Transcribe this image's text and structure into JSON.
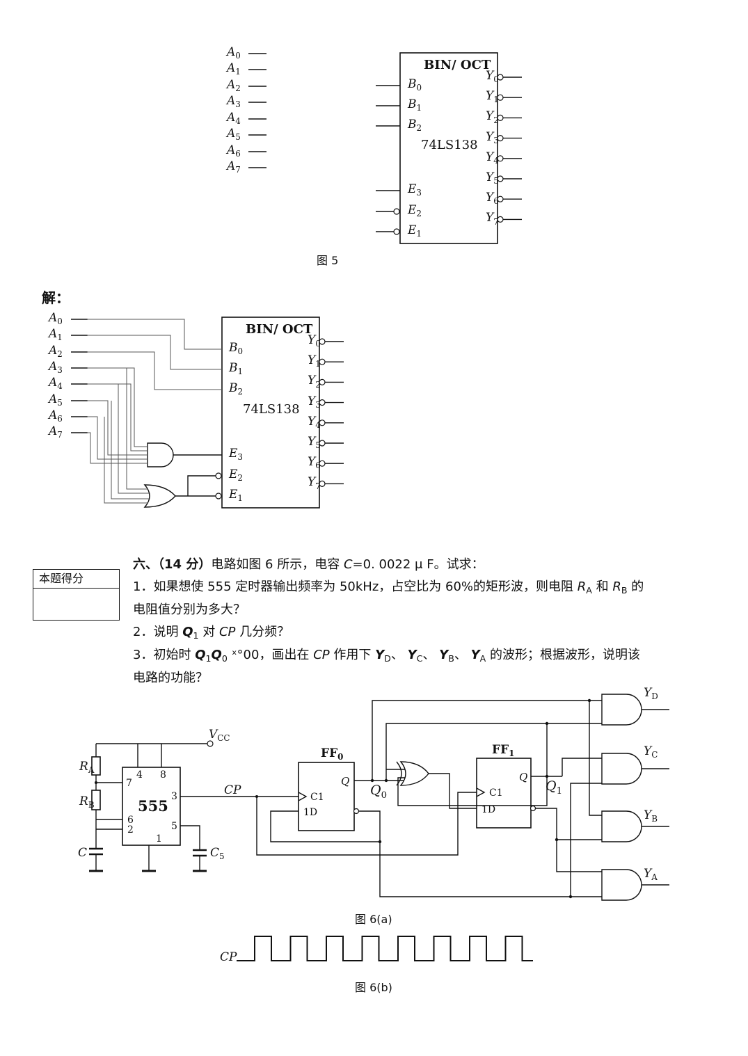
{
  "fig5": {
    "inputs": [
      "A",
      "A",
      "A",
      "A",
      "A",
      "A",
      "A",
      "A"
    ],
    "input_subs": [
      "0",
      "1",
      "2",
      "3",
      "4",
      "5",
      "6",
      "7"
    ],
    "chip_title": "BIN/ OCT",
    "chip_name": "74LS138",
    "b_pins": [
      "B",
      "B",
      "B"
    ],
    "b_subs": [
      "0",
      "1",
      "2"
    ],
    "e_pins": [
      "E",
      "E",
      "E"
    ],
    "e_subs": [
      "3",
      "2",
      "1"
    ],
    "outputs": [
      "Y",
      "Y",
      "Y",
      "Y",
      "Y",
      "Y",
      "Y",
      "Y"
    ],
    "output_subs": [
      "0",
      "1",
      "2",
      "3",
      "4",
      "5",
      "6",
      "7"
    ],
    "caption": "图 5"
  },
  "solution": {
    "label": "解：",
    "chip_title": "BIN/ OCT",
    "chip_name": "74LS138"
  },
  "question6": {
    "score_box_label": "本题得分",
    "heading": "六、（14 分）",
    "intro_a": "电路如图 6 所示，电容 ",
    "intro_var": "C",
    "intro_b": "=0. 0022 μ F。试求：",
    "item1_a": "1．如果想使 555 定时器输出频率为 50kHz，占空比为 60%的矩形波，则电阻 ",
    "item1_ra": "R",
    "item1_ra_sub": "A",
    "item1_mid": " 和 ",
    "item1_rb": "R",
    "item1_rb_sub": "B",
    "item1_end": " 的",
    "item1_line2": "电阻值分别为多大？",
    "item2_a": "2．说明 ",
    "item2_q": "Q",
    "item2_q_sub": "1",
    "item2_b": " 对 ",
    "item2_cp": "CP",
    "item2_c": " 几分频？",
    "item3_a": "3．初始时 ",
    "item3_q1": "Q",
    "item3_q1_sub": "1",
    "item3_q0": "Q",
    "item3_q0_sub": "0",
    "item3_init": " ˣ°00，画出在 ",
    "item3_cp": "CP",
    "item3_b": " 作用下 ",
    "item3_yd": "Y",
    "item3_yd_sub": "D",
    "item3_sep1": "、 ",
    "item3_yc": "Y",
    "item3_yc_sub": "C",
    "item3_sep2": "、 ",
    "item3_yb": "Y",
    "item3_yb_sub": "B",
    "item3_sep3": "、 ",
    "item3_ya": "Y",
    "item3_ya_sub": "A",
    "item3_c": " 的波形；根据波形，说明该",
    "item3_line2": "电路的功能？"
  },
  "fig6a": {
    "vcc": "V",
    "vcc_sub": "CC",
    "ra": "R",
    "ra_sub": "A",
    "rb": "R",
    "rb_sub": "B",
    "c": "C",
    "c5": "C",
    "c5_sub": "5",
    "timer": "555",
    "pins": [
      "4",
      "8",
      "7",
      "3",
      "6",
      "2",
      "5",
      "1"
    ],
    "cp": "CP",
    "ff0": "FF",
    "ff0_sub": "0",
    "ff1": "FF",
    "ff1_sub": "1",
    "c1": "C1",
    "d1": "1D",
    "q": "Q",
    "q0": "Q",
    "q0_sub": "0",
    "q1": "Q",
    "q1_sub": "1",
    "yd": "Y",
    "yd_sub": "D",
    "yc": "Y",
    "yc_sub": "C",
    "yb": "Y",
    "yb_sub": "B",
    "ya": "Y",
    "ya_sub": "A",
    "caption": "图 6(a)"
  },
  "fig6b": {
    "cp": "CP",
    "pulses": 8,
    "caption": "图 6(b)"
  }
}
